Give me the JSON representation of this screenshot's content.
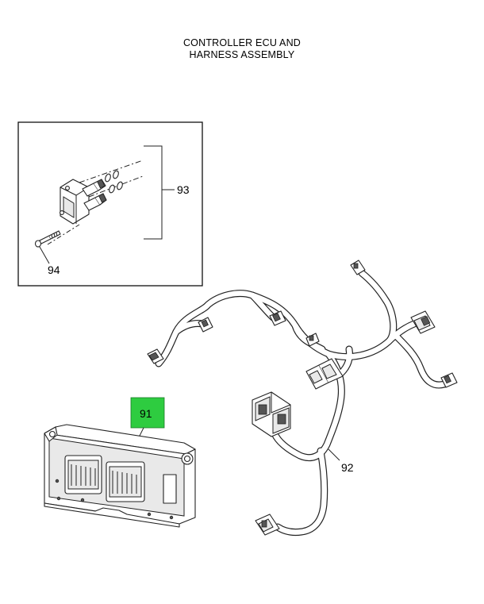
{
  "title": {
    "line1": "CONTROLLER ECU AND",
    "line2": "HARNESS ASSEMBLY"
  },
  "callouts": {
    "ecu": "91",
    "harness": "92",
    "valve_kit": "93",
    "bolt": "94"
  },
  "colors": {
    "highlight": "#2ecc40",
    "line": "#222222"
  }
}
